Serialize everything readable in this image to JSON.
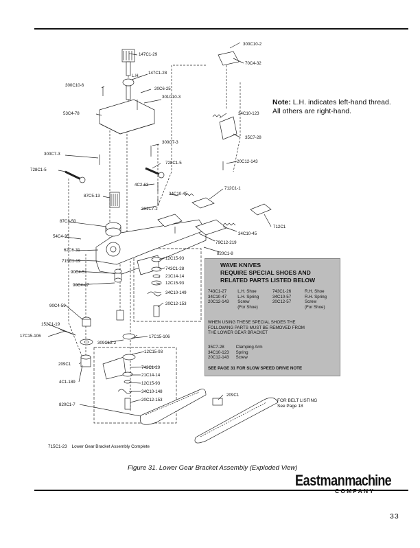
{
  "note": {
    "label": "Note:",
    "line1": "L.H. indicates left-hand thread.",
    "line2": "All others are right-hand."
  },
  "parts": [
    "300C10-2",
    "147C1-29",
    "70C4-32",
    "L.H.",
    "147C1-28",
    "300C10-6",
    "20C6-25",
    "301C10-3",
    "53C4-78",
    "34C10-123",
    "35C7-28",
    "300C7-3",
    "300C7-3",
    "728C1-5",
    "20C12-143",
    "728C1-5",
    "712C1-1",
    "4C2-63",
    "87C5-13",
    "34C10-45",
    "301C7-2",
    "87C3-50",
    "712C1",
    "54C4-35",
    "34C10-45",
    "79C12-219",
    "62C6-31",
    "820C1-8",
    "715C1-19",
    "12C15-93",
    "743C1-28",
    "90C4-51",
    "21C14-14",
    "12C15-93",
    "90C4-47",
    "34C10-149",
    "20C12-153",
    "90C4-59",
    "152C1-19",
    "17C15-106",
    "17C15-106",
    "309C12-2",
    "12C15-93",
    "209C1",
    "743C1-29",
    "21C14-14",
    "4C1-189",
    "12C15-93",
    "34C10-148",
    "20C12-153",
    "209C1",
    "820C1-7"
  ],
  "wave_knives": {
    "title_line1": "WAVE KNIVES",
    "title_line2": "REQUIRE SPECIAL SHOES AND",
    "title_line3": "RELATED PARTS LISTED BELOW",
    "rows": [
      [
        "743C1-27",
        "L.H. Shoe",
        "743C1-26",
        "R.H. Shoe"
      ],
      [
        "34C10-47",
        "L.H. Spring",
        "34C10-57",
        "R.H. Spring"
      ],
      [
        "20C12-143",
        "Screw",
        "20C12-57",
        "Screw"
      ],
      [
        "",
        "(For Shoe)",
        "",
        "(For Shoe)"
      ]
    ],
    "warning_line1": "WHEN USING THESE SPECIAL SHOES THE",
    "warning_line2": "FOLLOWING PARTS MUST BE REMOVED FROM",
    "warning_line3": "THE LOWER GEAR BRACKET",
    "removed": [
      [
        "35C7-28",
        "Clamping Arm"
      ],
      [
        "34C10-123",
        "Spring"
      ],
      [
        "20C12-143",
        "Screw"
      ]
    ],
    "footer": "SEE PAGE 31 FOR SLOW SPEED DRIVE NOTE"
  },
  "belt_note": {
    "line1": "FOR BELT LISTING",
    "line2": "See Page 18"
  },
  "assembly_label": "715C1-23    Lower Gear Bracket Assembly Complete",
  "caption": "Figure 31.  Lower Gear Bracket Assembly (Exploded View)",
  "logo": {
    "brand_a": "Eastman",
    "brand_b": "machine",
    "company": "COMPANY"
  },
  "page_number": "33"
}
